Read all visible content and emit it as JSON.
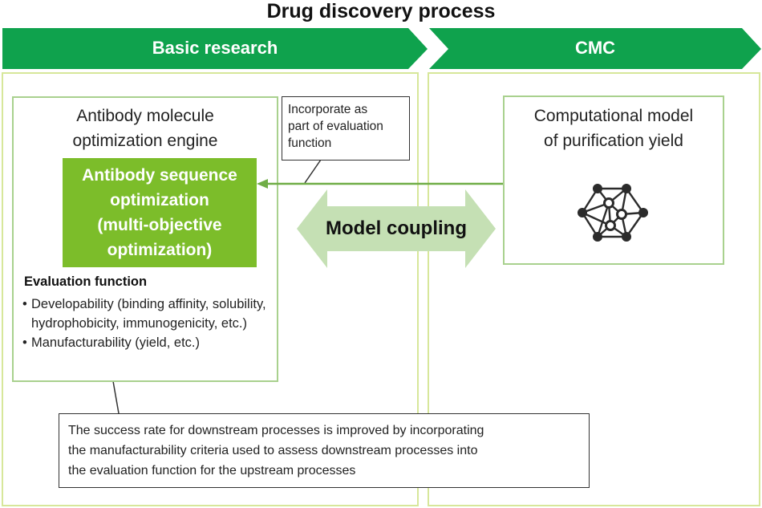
{
  "title": "Drug discovery process",
  "phases": {
    "basic_research": "Basic research",
    "cmc": "CMC"
  },
  "engine": {
    "title_line1": "Antibody molecule",
    "title_line2": "optimization engine",
    "optimization_lines": [
      "Antibody sequence",
      "optimization",
      "(multi-objective",
      "optimization)"
    ],
    "evaluation_title": "Evaluation function",
    "evaluation_items": [
      "Developability (binding affinity, solubility, hydrophobicity, immunogenicity, etc.)",
      "Manufacturability (yield, etc.)"
    ]
  },
  "incorporate_callout": {
    "lines": [
      "Incorporate as",
      "part of evaluation",
      "function"
    ]
  },
  "model": {
    "title_line1": "Computational model",
    "title_line2": "of purification yield",
    "icon": "neural-network-icon"
  },
  "coupling": {
    "label": "Model coupling"
  },
  "bottom_callout": {
    "lines": [
      "The success rate for downstream processes is improved by incorporating",
      "the manufacturability criteria used to assess downstream processes into",
      "the evaluation function for the upstream processes"
    ]
  },
  "colors": {
    "phase_arrow": "#0fa24d",
    "panel_border": "#d7e79a",
    "inner_border": "#a9d18e",
    "optimization_box": "#7cbd2a",
    "coupling_arrow": "#c5e0b4",
    "connector_arrow": "#70ad47"
  }
}
